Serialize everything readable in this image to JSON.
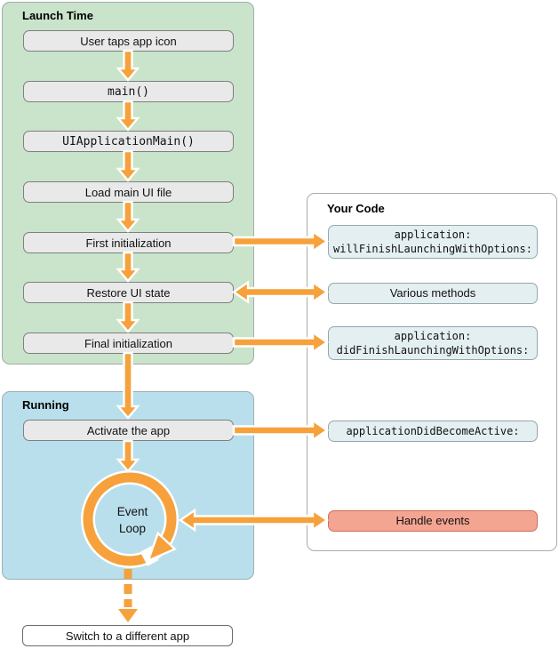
{
  "colors": {
    "accent_orange": "#F6A13B",
    "launch_panel_bg": "#C9E4CA",
    "running_panel_bg": "#B9DFEC",
    "flow_box_bg": "#E9E9E9",
    "code_box_bg": "#E4EFF1",
    "handle_events_bg": "#F4A592"
  },
  "panels": {
    "launch_time": {
      "title": "Launch Time",
      "boxes": [
        {
          "label": "User taps app icon"
        },
        {
          "label": "main()"
        },
        {
          "label": "UIApplicationMain()"
        },
        {
          "label": "Load main UI file"
        },
        {
          "label": "First initialization"
        },
        {
          "label": "Restore UI state"
        },
        {
          "label": "Final initialization"
        }
      ]
    },
    "running": {
      "title": "Running",
      "activate_box": {
        "label": "Activate the app"
      },
      "event_loop": {
        "line1": "Event",
        "line2": "Loop"
      }
    },
    "your_code": {
      "title": "Your Code",
      "boxes": [
        {
          "line1": "application:",
          "line2": "willFinishLaunchingWithOptions:"
        },
        {
          "line1": "Various methods"
        },
        {
          "line1": "application:",
          "line2": "didFinishLaunchingWithOptions:"
        },
        {
          "line1": "applicationDidBecomeActive:"
        },
        {
          "line1": "Handle events"
        }
      ]
    }
  },
  "bottom": {
    "switch_box": {
      "label": "Switch to a different app"
    }
  }
}
